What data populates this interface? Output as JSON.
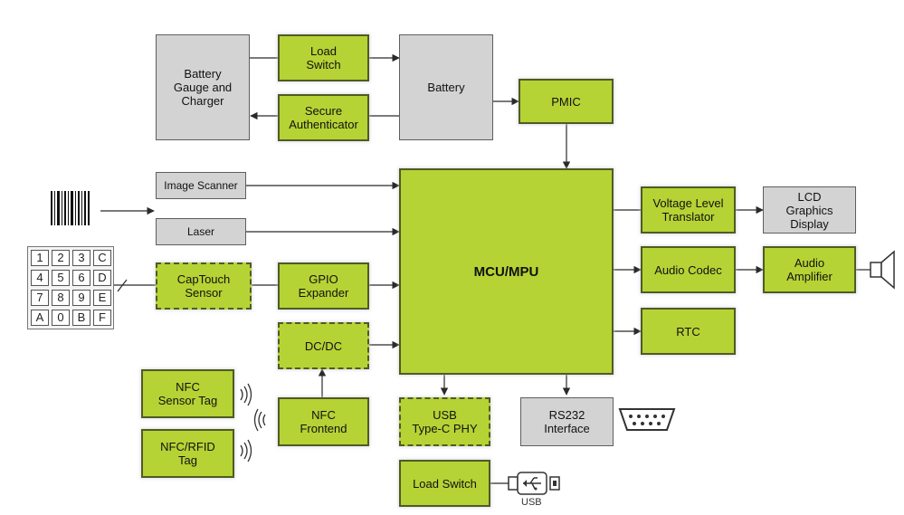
{
  "blocks": {
    "battery_gauge": "Battery\nGauge and\nCharger",
    "load_switch_top": "Load\nSwitch",
    "secure_auth": "Secure\nAuthenticator",
    "battery": "Battery",
    "pmic": "PMIC",
    "image_scanner": "Image Scanner",
    "laser": "Laser",
    "captouch": "CapTouch\nSensor",
    "gpio": "GPIO\nExpander",
    "dcdc": "DC/DC",
    "mcu": "MCU/MPU",
    "vlt": "Voltage Level\nTranslator",
    "lcd": "LCD\nGraphics\nDisplay",
    "codec": "Audio Codec",
    "amp": "Audio\nAmplifier",
    "rtc": "RTC",
    "nfc_sensor": "NFC\nSensor Tag",
    "nfc_rfid": "NFC/RFID\nTag",
    "nfc_frontend": "NFC\nFrontend",
    "usb_phy": "USB\nType-C PHY",
    "rs232": "RS232\nInterface",
    "load_switch_bottom": "Load Switch"
  },
  "keypad": [
    "1",
    "2",
    "3",
    "C",
    "4",
    "5",
    "6",
    "D",
    "7",
    "8",
    "9",
    "E",
    "A",
    "0",
    "B",
    "F"
  ],
  "usb_label": "USB",
  "colors": {
    "block_green": "#b5d334",
    "block_gray": "#d3d3d3",
    "line": "#2a2a2a"
  }
}
